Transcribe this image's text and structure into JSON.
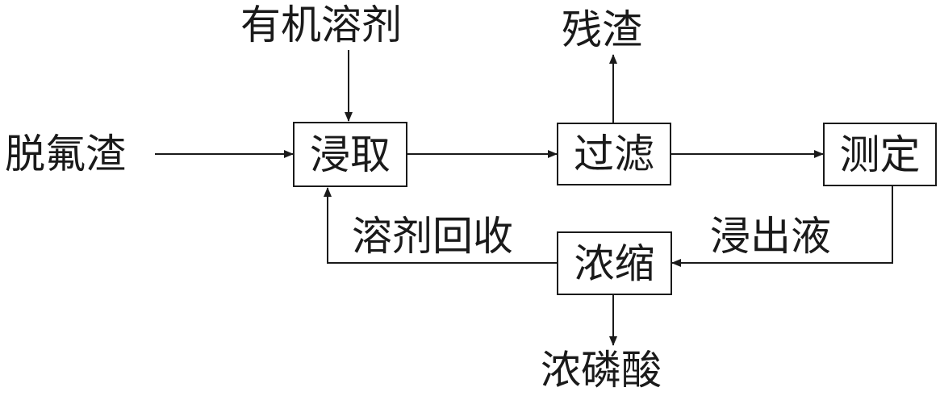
{
  "inputs": {
    "organic_solvent": "有机溶剂",
    "defluorinated_slag": "脱氟渣"
  },
  "steps": {
    "leaching": "浸取",
    "filtration": "过滤",
    "measurement": "测定",
    "concentration": "浓缩"
  },
  "outputs": {
    "residue": "残渣",
    "concentrated_phosphoric_acid": "浓磷酸"
  },
  "flows": {
    "leachate": "浸出液",
    "solvent_recovery": "溶剂回收"
  },
  "colors": {
    "line": "#1a1a1a"
  }
}
